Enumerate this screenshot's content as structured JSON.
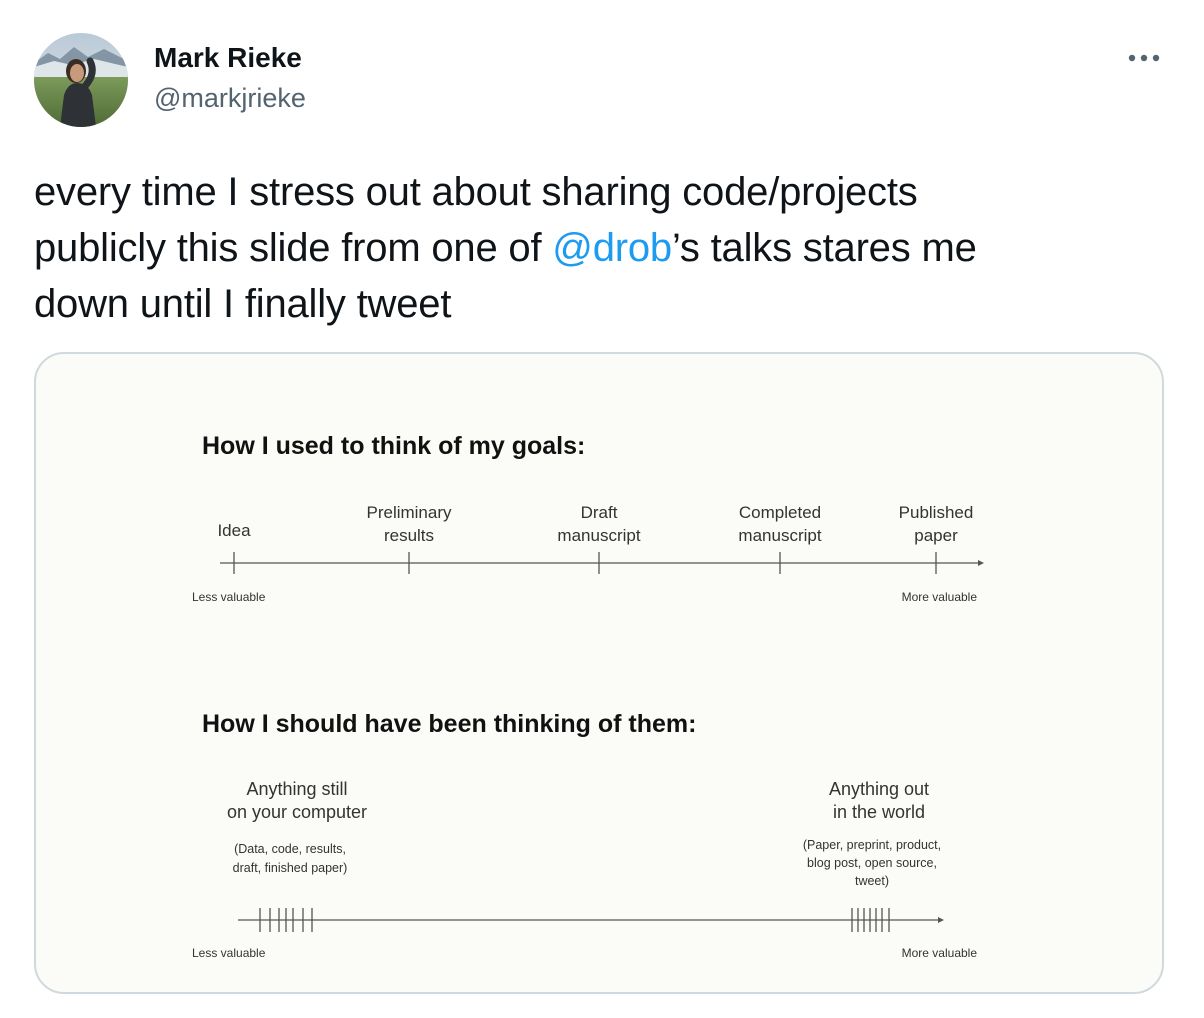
{
  "author": {
    "name": "Mark Rieke",
    "handle": "@markjrieke"
  },
  "tweet": {
    "line1": "every time I stress out about sharing code/projects",
    "line2_before": "publicly this slide from one of ",
    "mention": "@drob",
    "line2_after": "’s talks stares me",
    "line3": "down until I finally tweet"
  },
  "slide": {
    "heading_top": "How I used to think of my goals:",
    "milestones": [
      {
        "line1": "Idea",
        "line2": ""
      },
      {
        "line1": "Preliminary",
        "line2": "results"
      },
      {
        "line1": "Draft",
        "line2": "manuscript"
      },
      {
        "line1": "Completed",
        "line2": "manuscript"
      },
      {
        "line1": "Published",
        "line2": "paper"
      }
    ],
    "less_valuable_top": "Less valuable",
    "more_valuable_top": "More valuable",
    "heading_bottom": "How I should have been thinking of them:",
    "left_group": {
      "title1": "Anything still",
      "title2": "on your computer",
      "detail1": "(Data, code, results,",
      "detail2": "draft, finished paper)"
    },
    "right_group": {
      "title1": "Anything out",
      "title2": "in the world",
      "detail1": "(Paper, preprint, product,",
      "detail2": "blog post, open source,",
      "detail3": "tweet)"
    },
    "less_valuable_bottom": "Less valuable",
    "more_valuable_bottom": "More valuable"
  },
  "icons": {
    "more": "more-horizontal-icon",
    "avatar": "avatar-photo"
  },
  "colors": {
    "mention": "#1d9bf0",
    "handle": "#536471",
    "text": "#0f1419",
    "card_border": "#cfd9de"
  }
}
